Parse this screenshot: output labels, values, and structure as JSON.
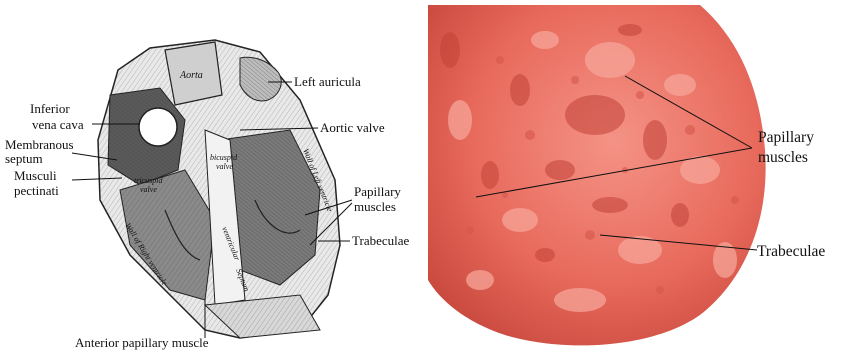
{
  "left_panel": {
    "labels": {
      "inferior_vena_cava": [
        "Inferior",
        "vena cava"
      ],
      "membranous_septum": [
        "Membranous",
        "septum"
      ],
      "musculi_pectinati": [
        "Musculi",
        "pectinati"
      ],
      "left_auricula": "Left auricula",
      "aortic_valve": "Aortic valve",
      "papillary_muscles": [
        "Papillary",
        "muscles"
      ],
      "trabeculae": "Trabeculae",
      "anterior_papillary_muscle": "Anterior papillary muscle"
    },
    "engraved_text": {
      "aorta": "Aorta",
      "tricuspid_valve": [
        "tricuspid",
        "valve"
      ],
      "bicuspid_valve": [
        "bicuspid",
        "valve"
      ],
      "wall_left_ventricle": "Wall of Left ventricle",
      "wall_right_ventricle": "Wall of Right ventricle",
      "ventricular_septum": [
        "ventricular",
        "Septum"
      ]
    }
  },
  "right_panel": {
    "labels": {
      "papillary_muscles": [
        "Papillary",
        "muscles"
      ],
      "trabeculae": "Trabeculae"
    },
    "colors": {
      "surface": "#e86a5c",
      "surface_light": "#f49386",
      "surface_dark": "#c8483d"
    }
  }
}
